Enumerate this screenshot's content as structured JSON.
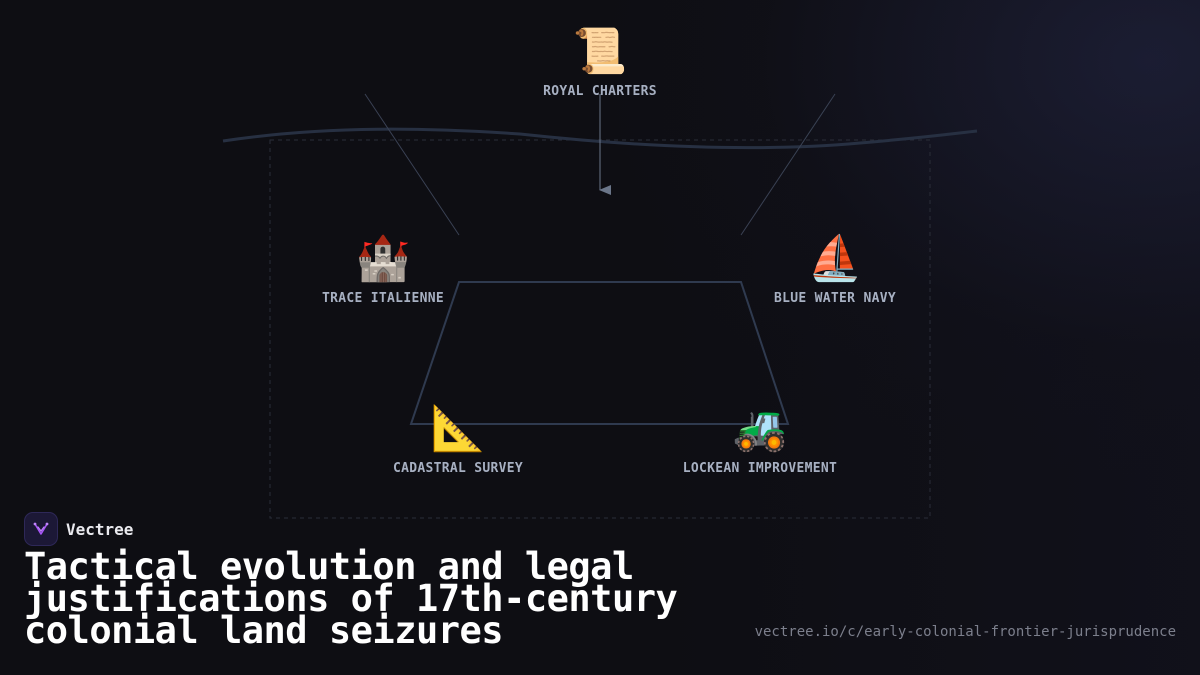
{
  "brand": {
    "name": "Vectree",
    "logo_icon": "vectree-logo-icon",
    "accent": "#a855f7"
  },
  "title": "Tactical evolution and legal justifications of 17th-century colonial land seizures",
  "url": "vectree.io/c/early-colonial-frontier-jurisprudence",
  "diagram": {
    "nodes": [
      {
        "id": "royal-charters",
        "label": "ROYAL CHARTERS",
        "icon": "📜",
        "icon_name": "scroll-icon"
      },
      {
        "id": "trace-italienne",
        "label": "TRACE ITALIENNE",
        "icon": "🏰",
        "icon_name": "castle-icon"
      },
      {
        "id": "blue-water-navy",
        "label": "BLUE WATER NAVY",
        "icon": "⛵",
        "icon_name": "sailboat-icon"
      },
      {
        "id": "cadastral-survey",
        "label": "CADASTRAL SURVEY",
        "icon": "📐",
        "icon_name": "triangular-ruler-icon"
      },
      {
        "id": "lockean-improvement",
        "label": "LOCKEAN IMPROVEMENT",
        "icon": "🚜",
        "icon_name": "tractor-icon"
      }
    ],
    "colors": {
      "line": "#2b3446",
      "arrow": "#6b7689",
      "label": "#a7b0c2",
      "frame": "#2a2d38"
    }
  }
}
